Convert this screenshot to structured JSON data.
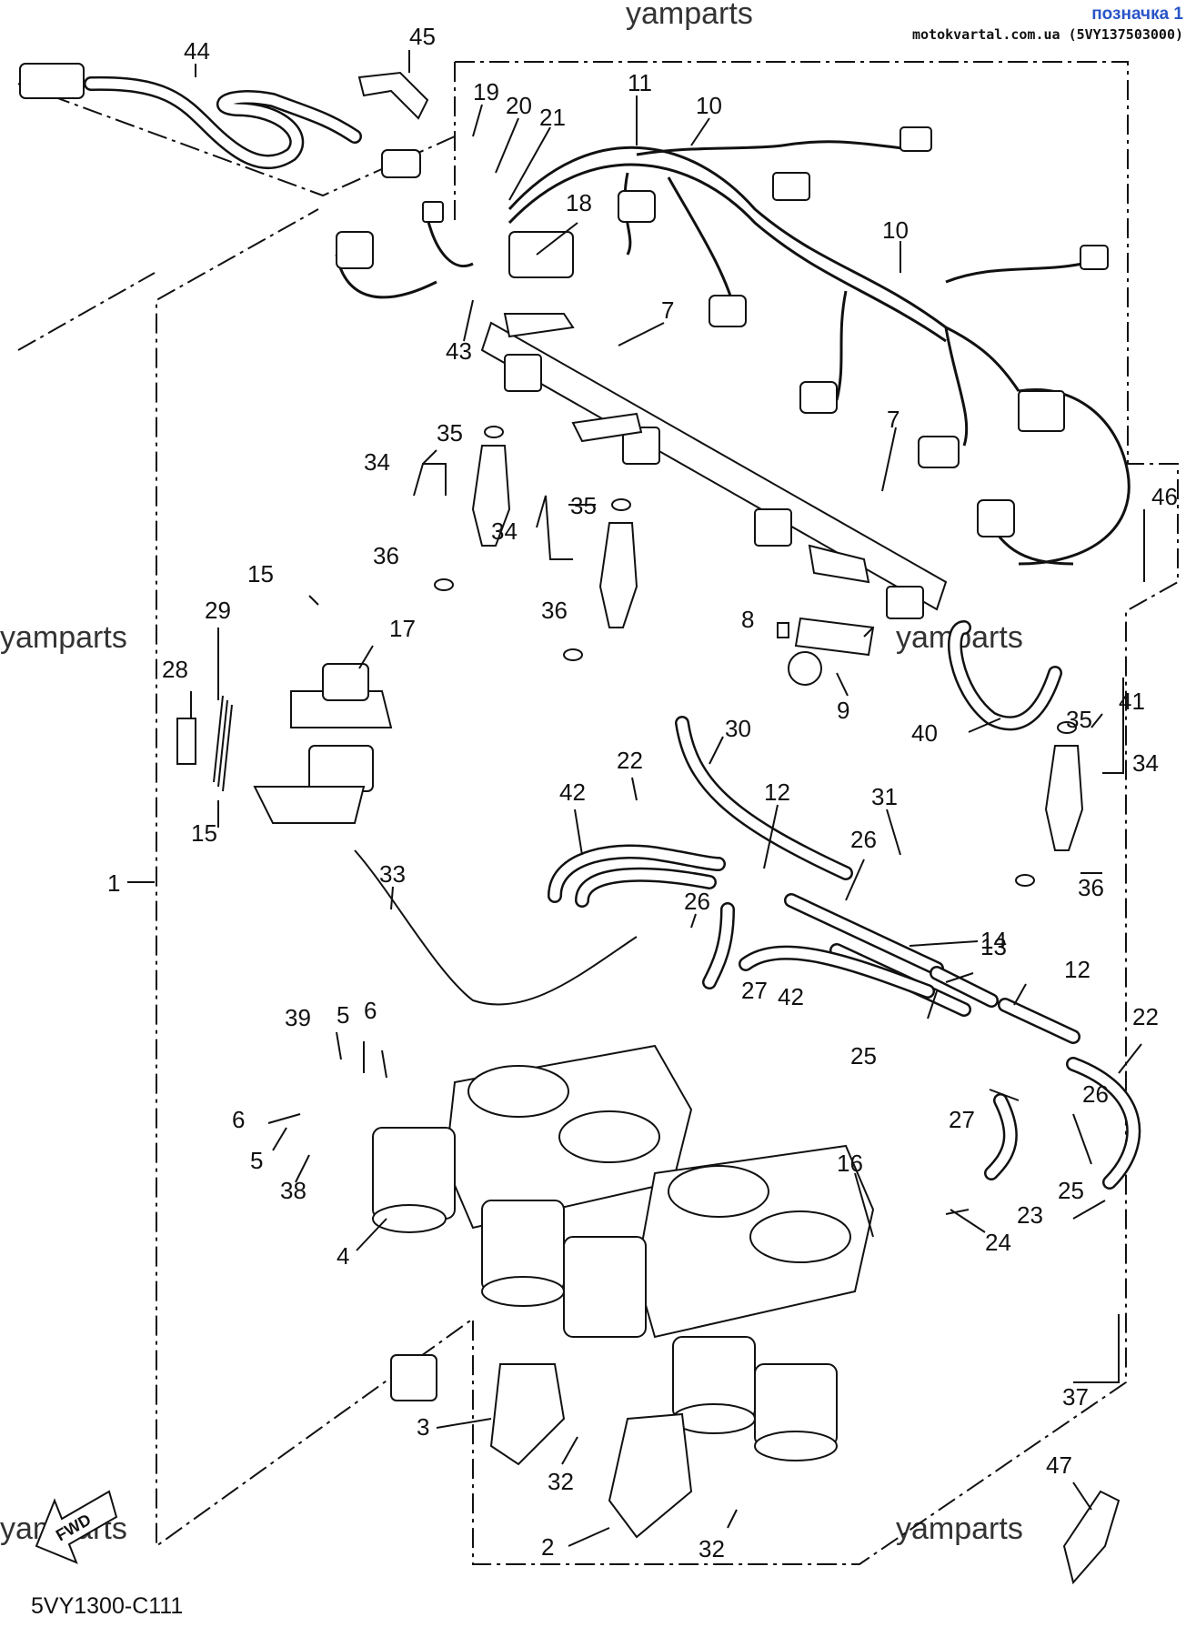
{
  "watermarks": [
    "yamparts",
    "yamparts",
    "yamparts",
    "yamparts",
    "yamparts"
  ],
  "header": {
    "title": "позначка 1",
    "subtitle": "motokvartal.com.ua (5VY137503000)"
  },
  "diagram_code": "5VY1300-C111",
  "fwd_label": "FWD",
  "callouts": [
    "44",
    "45",
    "19",
    "20",
    "21",
    "11",
    "10",
    "18",
    "10",
    "7",
    "43",
    "35",
    "34",
    "7",
    "35",
    "34",
    "36",
    "46",
    "15",
    "29",
    "17",
    "36",
    "28",
    "8",
    "9",
    "40",
    "41",
    "35",
    "34",
    "22",
    "30",
    "42",
    "12",
    "31",
    "26",
    "15",
    "1",
    "33",
    "26",
    "14",
    "13",
    "12",
    "36",
    "27",
    "42",
    "22",
    "39",
    "5",
    "6",
    "25",
    "26",
    "6",
    "27",
    "5",
    "38",
    "25",
    "16",
    "23",
    "24",
    "4",
    "37",
    "3",
    "32",
    "2",
    "32",
    "47"
  ]
}
